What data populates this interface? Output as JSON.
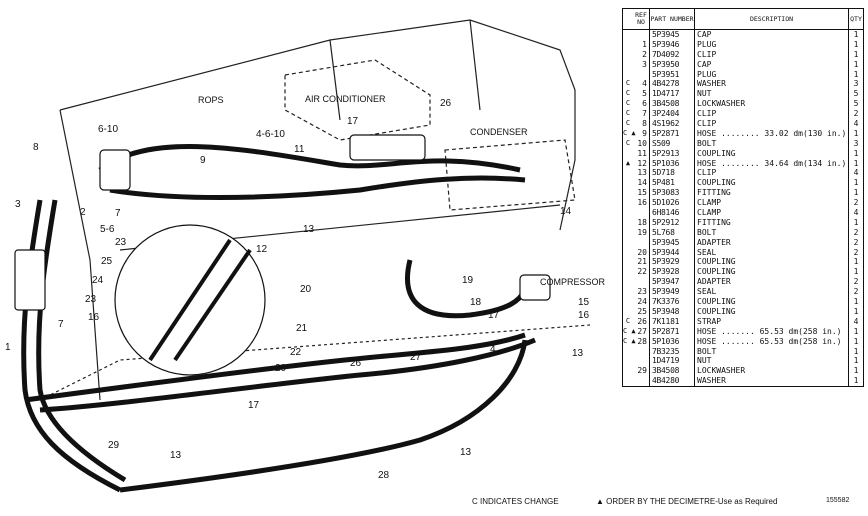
{
  "diagram": {
    "area_labels": [
      "ROPS",
      "AIR CONDITIONER",
      "CONDENSER",
      "COMPRESSOR"
    ],
    "callouts": [
      "6-10",
      "8",
      "3",
      "2",
      "5-6",
      "7",
      "7",
      "1",
      "23",
      "24",
      "25",
      "23",
      "16",
      "9",
      "4-6-10",
      "11",
      "17",
      "26",
      "12",
      "13",
      "14",
      "20",
      "21",
      "22",
      "20",
      "17",
      "19",
      "18",
      "17",
      "15",
      "16",
      "4",
      "13",
      "27",
      "26",
      "13",
      "28",
      "29",
      "13"
    ]
  },
  "table": {
    "headers": {
      "ref": "REF NO",
      "part": "PART NUMBER",
      "desc": "DESCRIPTION",
      "qty": "QTY"
    },
    "rows": [
      {
        "mark": "",
        "ref": "",
        "part": "5P3945",
        "desc": "CAP",
        "qty": "1"
      },
      {
        "mark": "",
        "ref": "1",
        "part": "5P3946",
        "desc": "PLUG",
        "qty": "1"
      },
      {
        "mark": "",
        "ref": "2",
        "part": "7D4092",
        "desc": "CLIP",
        "qty": "1"
      },
      {
        "mark": "",
        "ref": "3",
        "part": "5P3950",
        "desc": "CAP",
        "qty": "1"
      },
      {
        "mark": "",
        "ref": "",
        "part": "5P3951",
        "desc": "PLUG",
        "qty": "1"
      },
      {
        "mark": "C",
        "ref": "4",
        "part": "4B4278",
        "desc": "WASHER",
        "qty": "3"
      },
      {
        "mark": "C",
        "ref": "5",
        "part": "1D4717",
        "desc": "NUT",
        "qty": "5"
      },
      {
        "mark": "C",
        "ref": "6",
        "part": "3B4508",
        "desc": "LOCKWASHER",
        "qty": "5"
      },
      {
        "mark": "C",
        "ref": "7",
        "part": "3P2404",
        "desc": "CLIP",
        "qty": "2"
      },
      {
        "mark": "C",
        "ref": "8",
        "part": "4S1962",
        "desc": "CLIP",
        "qty": "4"
      },
      {
        "mark": "C ▲",
        "ref": "9",
        "part": "5P2871",
        "desc": "HOSE ........ 33.02 dm(130 in.)",
        "qty": "1"
      },
      {
        "mark": "C",
        "ref": "10",
        "part": "S509",
        "desc": "BOLT",
        "qty": "3"
      },
      {
        "mark": "",
        "ref": "11",
        "part": "5P2913",
        "desc": "COUPLING",
        "qty": "1"
      },
      {
        "mark": "▲",
        "ref": "12",
        "part": "5P1036",
        "desc": "HOSE ........ 34.64 dm(134 in.)",
        "qty": "1"
      },
      {
        "mark": "",
        "ref": "13",
        "part": "5D718",
        "desc": "CLIP",
        "qty": "4"
      },
      {
        "mark": "",
        "ref": "14",
        "part": "5P481",
        "desc": "COUPLING",
        "qty": "1"
      },
      {
        "mark": "",
        "ref": "15",
        "part": "5P3083",
        "desc": "FITTING",
        "qty": "1"
      },
      {
        "mark": "",
        "ref": "16",
        "part": "5D1026",
        "desc": "CLAMP",
        "qty": "2"
      },
      {
        "mark": "",
        "ref": "",
        "part": "6H8146",
        "desc": "CLAMP",
        "qty": "4"
      },
      {
        "mark": "",
        "ref": "18",
        "part": "5P2912",
        "desc": "FITTING",
        "qty": "1"
      },
      {
        "mark": "",
        "ref": "19",
        "part": "5L768",
        "desc": "BOLT",
        "qty": "2"
      },
      {
        "mark": "",
        "ref": "",
        "part": "5P3945",
        "desc": "ADAPTER",
        "qty": "2"
      },
      {
        "mark": "",
        "ref": "20",
        "part": "5P3944",
        "desc": "SEAL",
        "qty": "2"
      },
      {
        "mark": "",
        "ref": "21",
        "part": "5P3929",
        "desc": "COUPLING",
        "qty": "1"
      },
      {
        "mark": "",
        "ref": "22",
        "part": "5P3928",
        "desc": "COUPLING",
        "qty": "1"
      },
      {
        "mark": "",
        "ref": "",
        "part": "5P3947",
        "desc": "ADAPTER",
        "qty": "2"
      },
      {
        "mark": "",
        "ref": "23",
        "part": "5P3949",
        "desc": "SEAL",
        "qty": "2"
      },
      {
        "mark": "",
        "ref": "24",
        "part": "7K3376",
        "desc": "COUPLING",
        "qty": "1"
      },
      {
        "mark": "",
        "ref": "25",
        "part": "5P3948",
        "desc": "COUPLING",
        "qty": "1"
      },
      {
        "mark": "C",
        "ref": "26",
        "part": "7K1181",
        "desc": "STRAP",
        "qty": "4"
      },
      {
        "mark": "C ▲",
        "ref": "27",
        "part": "5P2871",
        "desc": "HOSE ....... 65.53 dm(258 in.)",
        "qty": "1"
      },
      {
        "mark": "C ▲",
        "ref": "28",
        "part": "5P1036",
        "desc": "HOSE ....... 65.53 dm(258 in.)",
        "qty": "1"
      },
      {
        "mark": "",
        "ref": "",
        "part": "7B3235",
        "desc": "BOLT",
        "qty": "1"
      },
      {
        "mark": "",
        "ref": "",
        "part": "1D4719",
        "desc": "NUT",
        "qty": "1"
      },
      {
        "mark": "",
        "ref": "29",
        "part": "3B4508",
        "desc": "LOCKWASHER",
        "qty": "1"
      },
      {
        "mark": "",
        "ref": "",
        "part": "4B4280",
        "desc": "WASHER",
        "qty": "1"
      }
    ]
  },
  "footer": {
    "change_note": "C INDICATES CHANGE",
    "order_note": "▲ ORDER BY THE DECIMETRE-Use as Required",
    "code": "155582"
  }
}
